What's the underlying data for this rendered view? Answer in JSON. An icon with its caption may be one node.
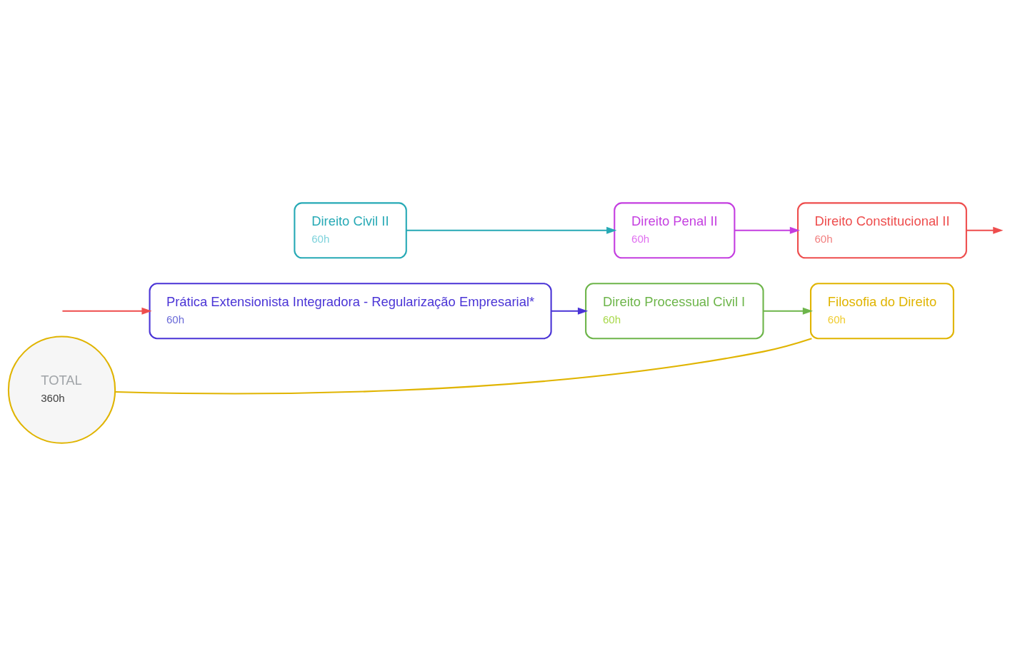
{
  "diagram": {
    "nodes": [
      {
        "text": [
          "Direito Civil II",
          "60h"
        ]
      },
      {
        "text": [
          "Direito Penal II",
          "60h"
        ]
      },
      {
        "text": [
          "Direito Constitucional II",
          "60h"
        ]
      },
      {
        "text": [
          "Prática Extensionista Integradora - Regularização Empresarial*",
          "60h"
        ]
      },
      {
        "text": [
          "Direito Processual Civil I",
          "60h"
        ]
      },
      {
        "text": [
          "Filosofia do Direito",
          "60h"
        ]
      },
      {
        "text": [
          "TOTAL",
          "360h"
        ]
      }
    ],
    "edges": [
      {
        "from": 0,
        "to": 1,
        "arrow": "to",
        "color": "#26a9b5"
      },
      {
        "from": 1,
        "to": 2,
        "arrow": "to",
        "color": "#c43ee0"
      },
      {
        "from": 2,
        "to": null,
        "arrow": "to",
        "color": "#ee4d4d"
      },
      {
        "from": null,
        "to": 3,
        "arrow": "to",
        "color": "#ee4d4d"
      },
      {
        "from": 3,
        "to": 4,
        "arrow": "to",
        "color": "#4a34d6"
      },
      {
        "from": 4,
        "to": 5,
        "arrow": "to",
        "color": "#6db54a"
      },
      {
        "from": 5,
        "to": 6,
        "arrow": "none",
        "color": "#e0b400"
      }
    ]
  }
}
